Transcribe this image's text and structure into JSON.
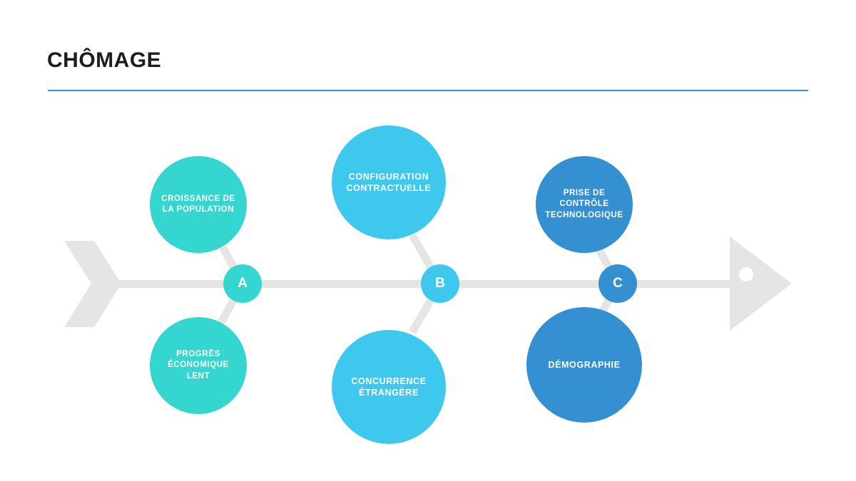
{
  "header": {
    "title": "CHÔMAGE",
    "rule_color": "#3498d8"
  },
  "palette": {
    "turquoise": "#35d5d0",
    "light_blue": "#3fc8ee",
    "medium_blue": "#3590d2",
    "bone_gray": "#e5e5e5",
    "background": "#ffffff"
  },
  "diagram": {
    "type": "fishbone",
    "spine": {
      "color": "#e5e5e5",
      "tail_icon": "chevron-right-icon",
      "head_icon": "arrow-head-icon"
    },
    "groups": [
      {
        "node_label": "A",
        "color": "#35d5d0",
        "top_bubble": "CROISSANCE DE\nLA POPULATION",
        "bottom_bubble": "PROGRÈS\nÉCONOMIQUE\nLENT"
      },
      {
        "node_label": "B",
        "color": "#3fc8ee",
        "top_bubble": "CONFIGURATION\nCONTRACTUELLE",
        "bottom_bubble": "CONCURRENCE\nÉTRANGÈRE"
      },
      {
        "node_label": "C",
        "color": "#3590d2",
        "top_bubble": "PRISE DE CONTRÔLE\nTECHNOLOGIQUE",
        "bottom_bubble": "DÉMOGRAPHIE"
      }
    ]
  }
}
